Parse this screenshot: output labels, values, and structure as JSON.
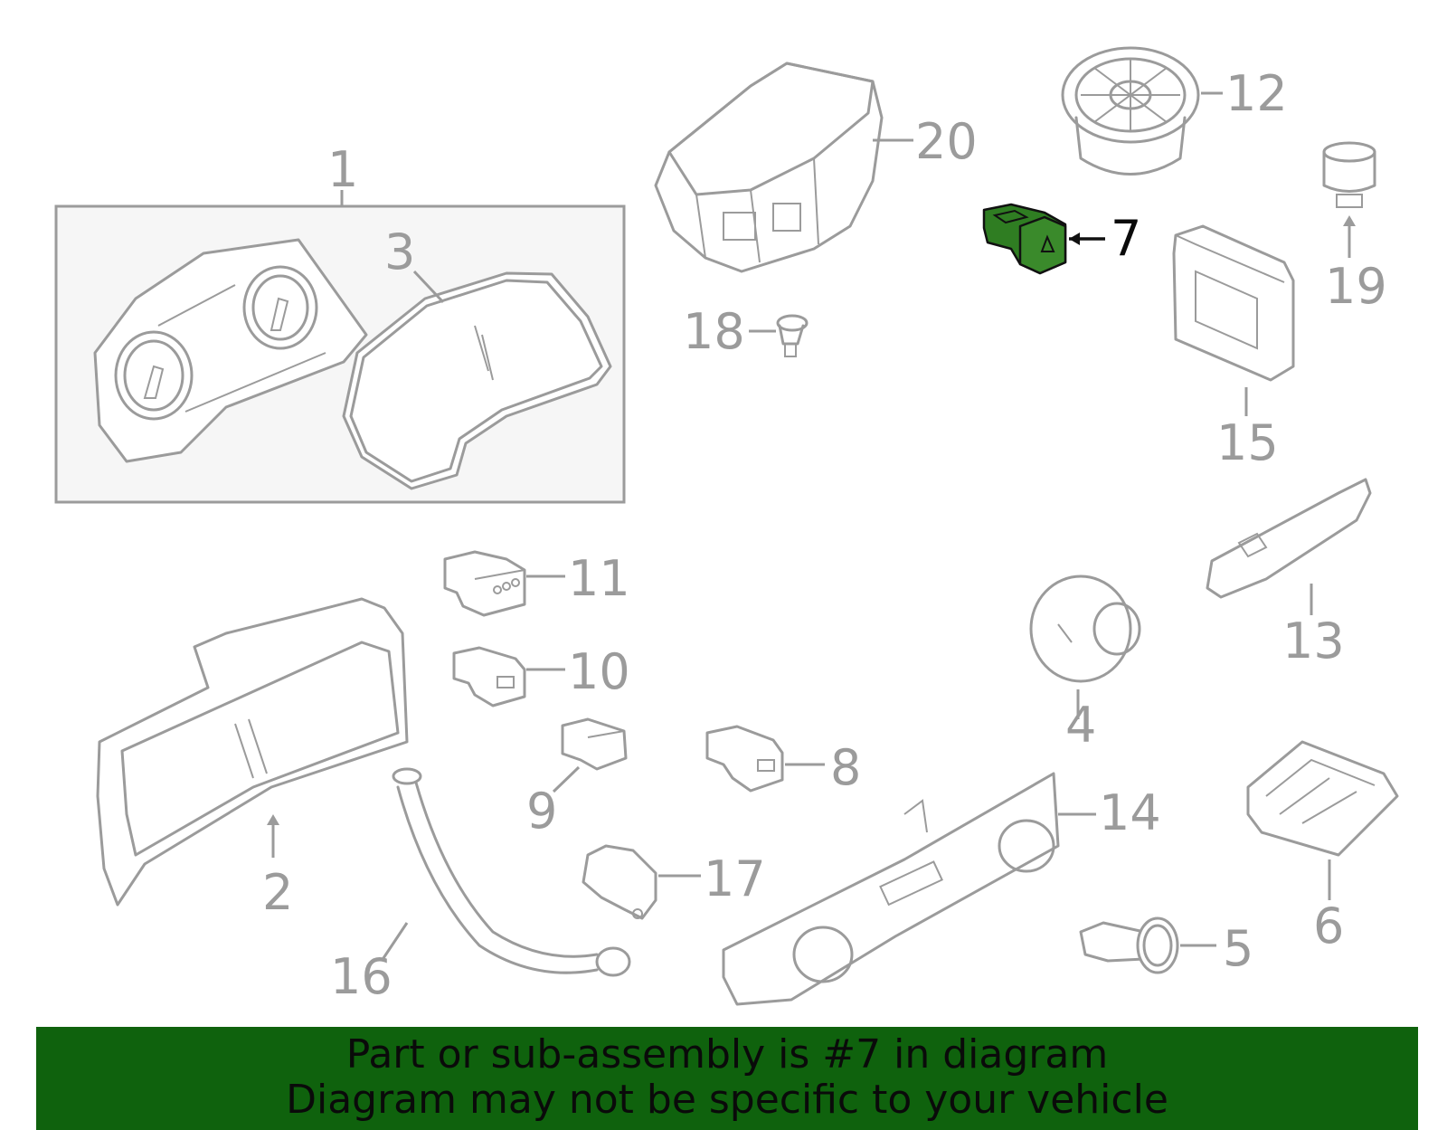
{
  "callouts": {
    "c1": "1",
    "c2": "2",
    "c3": "3",
    "c4": "4",
    "c5": "5",
    "c6": "6",
    "c7": "7",
    "c8": "8",
    "c9": "9",
    "c10": "10",
    "c11": "11",
    "c12": "12",
    "c13": "13",
    "c14": "14",
    "c15": "15",
    "c16": "16",
    "c17": "17",
    "c18": "18",
    "c19": "19",
    "c20": "20"
  },
  "highlight": {
    "part": "7",
    "color": "#2f7d22"
  },
  "banner": {
    "line1": "Part or sub-assembly is #7 in diagram",
    "line2": "Diagram may not be specific to your vehicle",
    "color": "#0f620d"
  },
  "colors": {
    "line": "#9b9b9b",
    "inset_bg": "#f6f6f6"
  }
}
